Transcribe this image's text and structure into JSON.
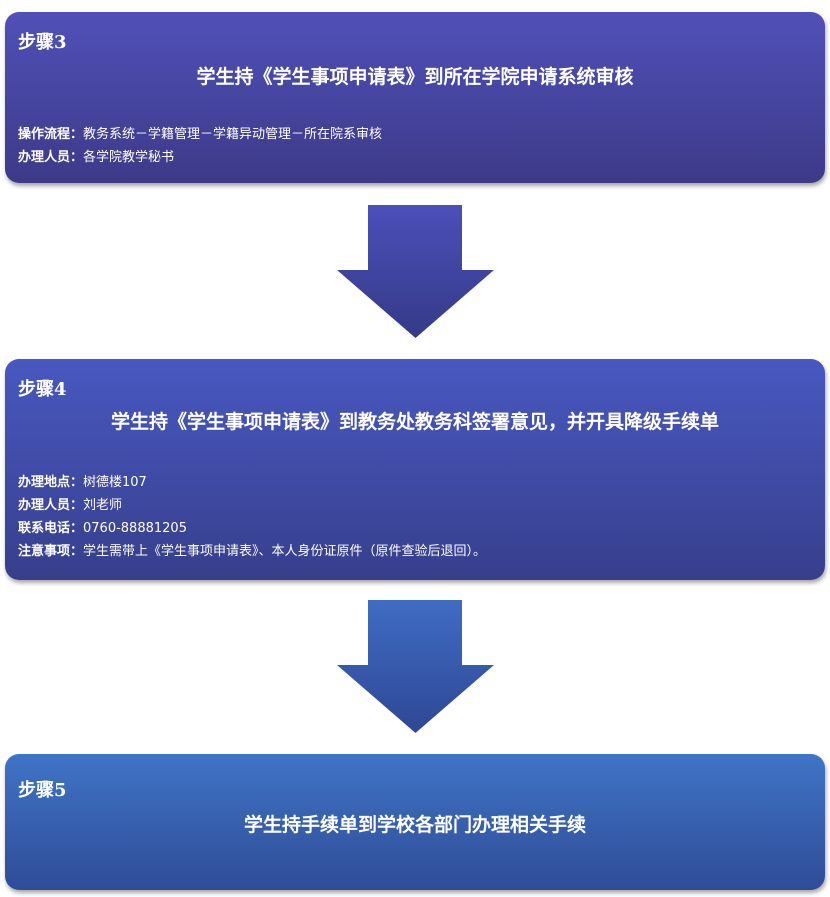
{
  "steps": [
    {
      "label": "步骤3",
      "title": "学生持《学生事项申请表》到所在学院申请系统审核",
      "details": [
        {
          "key": "操作流程：",
          "value": "教务系统－学籍管理－学籍异动管理－所在院系审核"
        },
        {
          "key": "办理人员：",
          "value": "各学院教学秘书"
        }
      ]
    },
    {
      "label": "步骤4",
      "title": "学生持《学生事项申请表》到教务处教务科签署意见，并开具降级手续单",
      "details": [
        {
          "key": "办理地点：",
          "value": "树德楼107"
        },
        {
          "key": "办理人员：",
          "value": "刘老师"
        },
        {
          "key": "联系电话：",
          "value": "0760-88881205"
        },
        {
          "key": "注意事项：",
          "value": "学生需带上《学生事项申请表》、本人身份证原件（原件查验后退回）。"
        }
      ]
    },
    {
      "label": "步骤5",
      "title": "学生持手续单到学校各部门办理相关手续"
    }
  ],
  "colors": {
    "box1": "#5050b8",
    "box2": "#4858c0",
    "box3": "#3f74c6"
  }
}
